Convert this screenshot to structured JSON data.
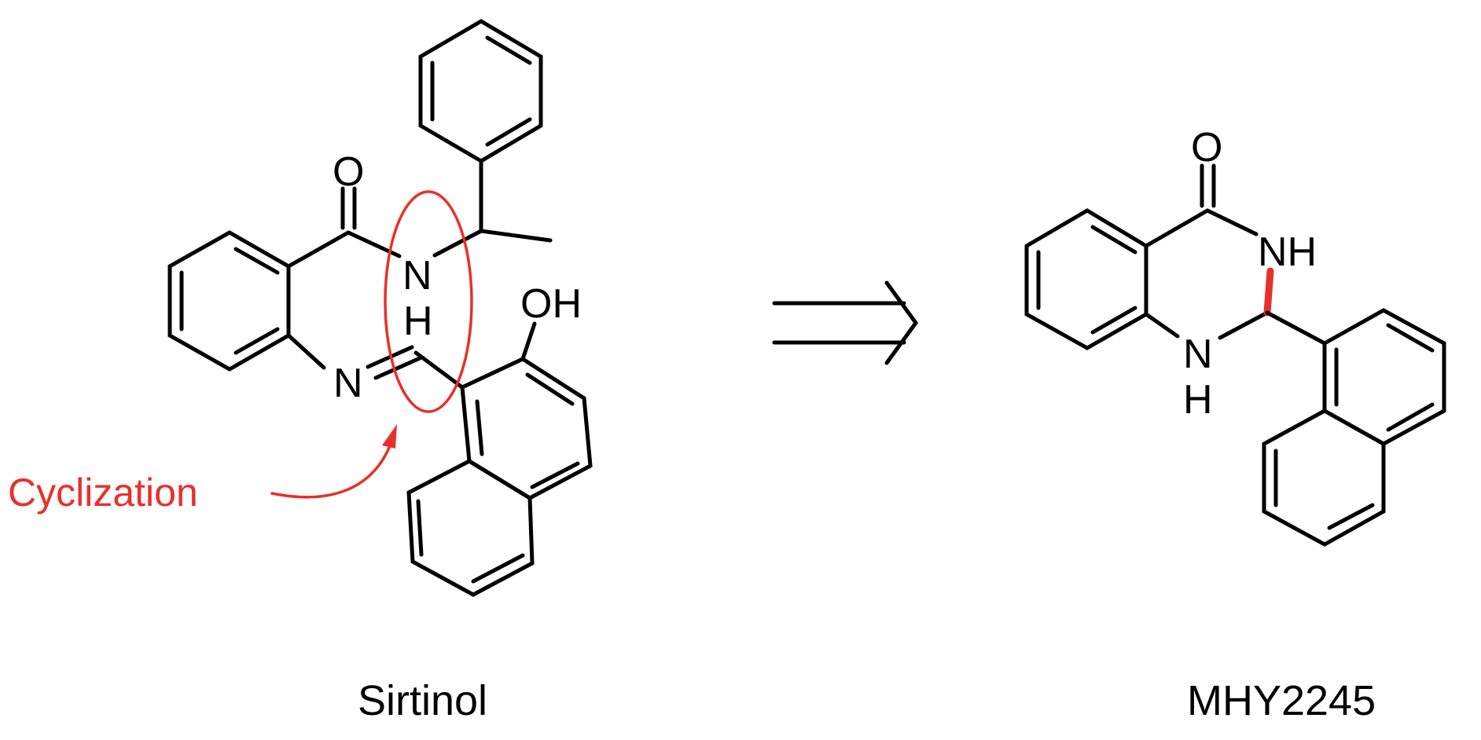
{
  "colors": {
    "annotation": "#e8302a",
    "ink": "#000000",
    "background": "#ffffff"
  },
  "sirtinol": {
    "name": "Sirtinol",
    "atoms": {
      "carbonyl_o": "O",
      "amide_n": "N",
      "amide_h": "H",
      "imine_n": "N",
      "hydroxyl": "OH"
    }
  },
  "annotation": {
    "label": "Cyclization"
  },
  "product": {
    "name": "MHY2245",
    "atoms": {
      "carbonyl_o": "O",
      "nh_top": "NH",
      "n_bottom": "N",
      "h_bottom": "H"
    }
  }
}
